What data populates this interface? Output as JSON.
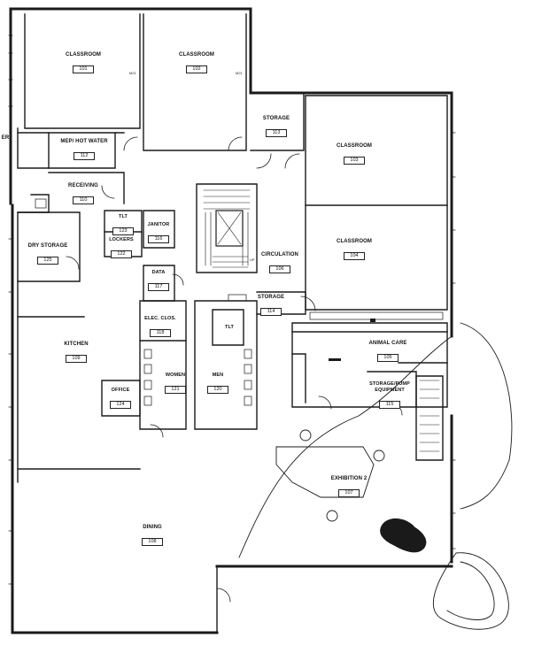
{
  "rooms": {
    "r101": {
      "name": "CLASSROOM",
      "number": "101"
    },
    "r102": {
      "name": "CLASSROOM",
      "number": "102"
    },
    "r103": {
      "name": "CLASSROOM",
      "number": "103"
    },
    "r104": {
      "name": "CLASSROOM",
      "number": "104"
    },
    "r105": {
      "name": "ANIMAL CARE",
      "number": "105"
    },
    "r106": {
      "name": "CIRCULATION",
      "number": "106"
    },
    "r107": {
      "name": "EXHIBITION 2",
      "number": "107"
    },
    "r108": {
      "name": "DINING",
      "number": "108"
    },
    "r109": {
      "name": "KITCHEN",
      "number": "109"
    },
    "r110": {
      "name": "RECEIVING",
      "number": "110"
    },
    "r112": {
      "name": "MEP/ HOT WATER",
      "number": "112"
    },
    "r113": {
      "name": "STORAGE",
      "number": "113"
    },
    "r114": {
      "name": "STORAGE",
      "number": "114"
    },
    "r115": {
      "name": "STORAGE/PUMP EQUIPMENT",
      "number": "115"
    },
    "r116": {
      "name": "JANITOR",
      "number": "116"
    },
    "r117": {
      "name": "DATA",
      "number": "117"
    },
    "r118": {
      "name": "ELEC. CLOS.",
      "number": "118"
    },
    "r120": {
      "name": "MEN",
      "number": "120"
    },
    "r121": {
      "name": "WOMEN",
      "number": "121"
    },
    "r122": {
      "name": "LOCKERS",
      "number": "122"
    },
    "r123": {
      "name": "TLT",
      "number": "123"
    },
    "r124": {
      "name": "OFFICE",
      "number": "124"
    },
    "r125": {
      "name": "DRY STORAGE",
      "number": "125"
    },
    "tlt2": {
      "name": "TLT"
    },
    "edge": {
      "name": "ER"
    }
  },
  "marks": {
    "m21a": "M21",
    "m21b": "M21",
    "up": "UP"
  }
}
